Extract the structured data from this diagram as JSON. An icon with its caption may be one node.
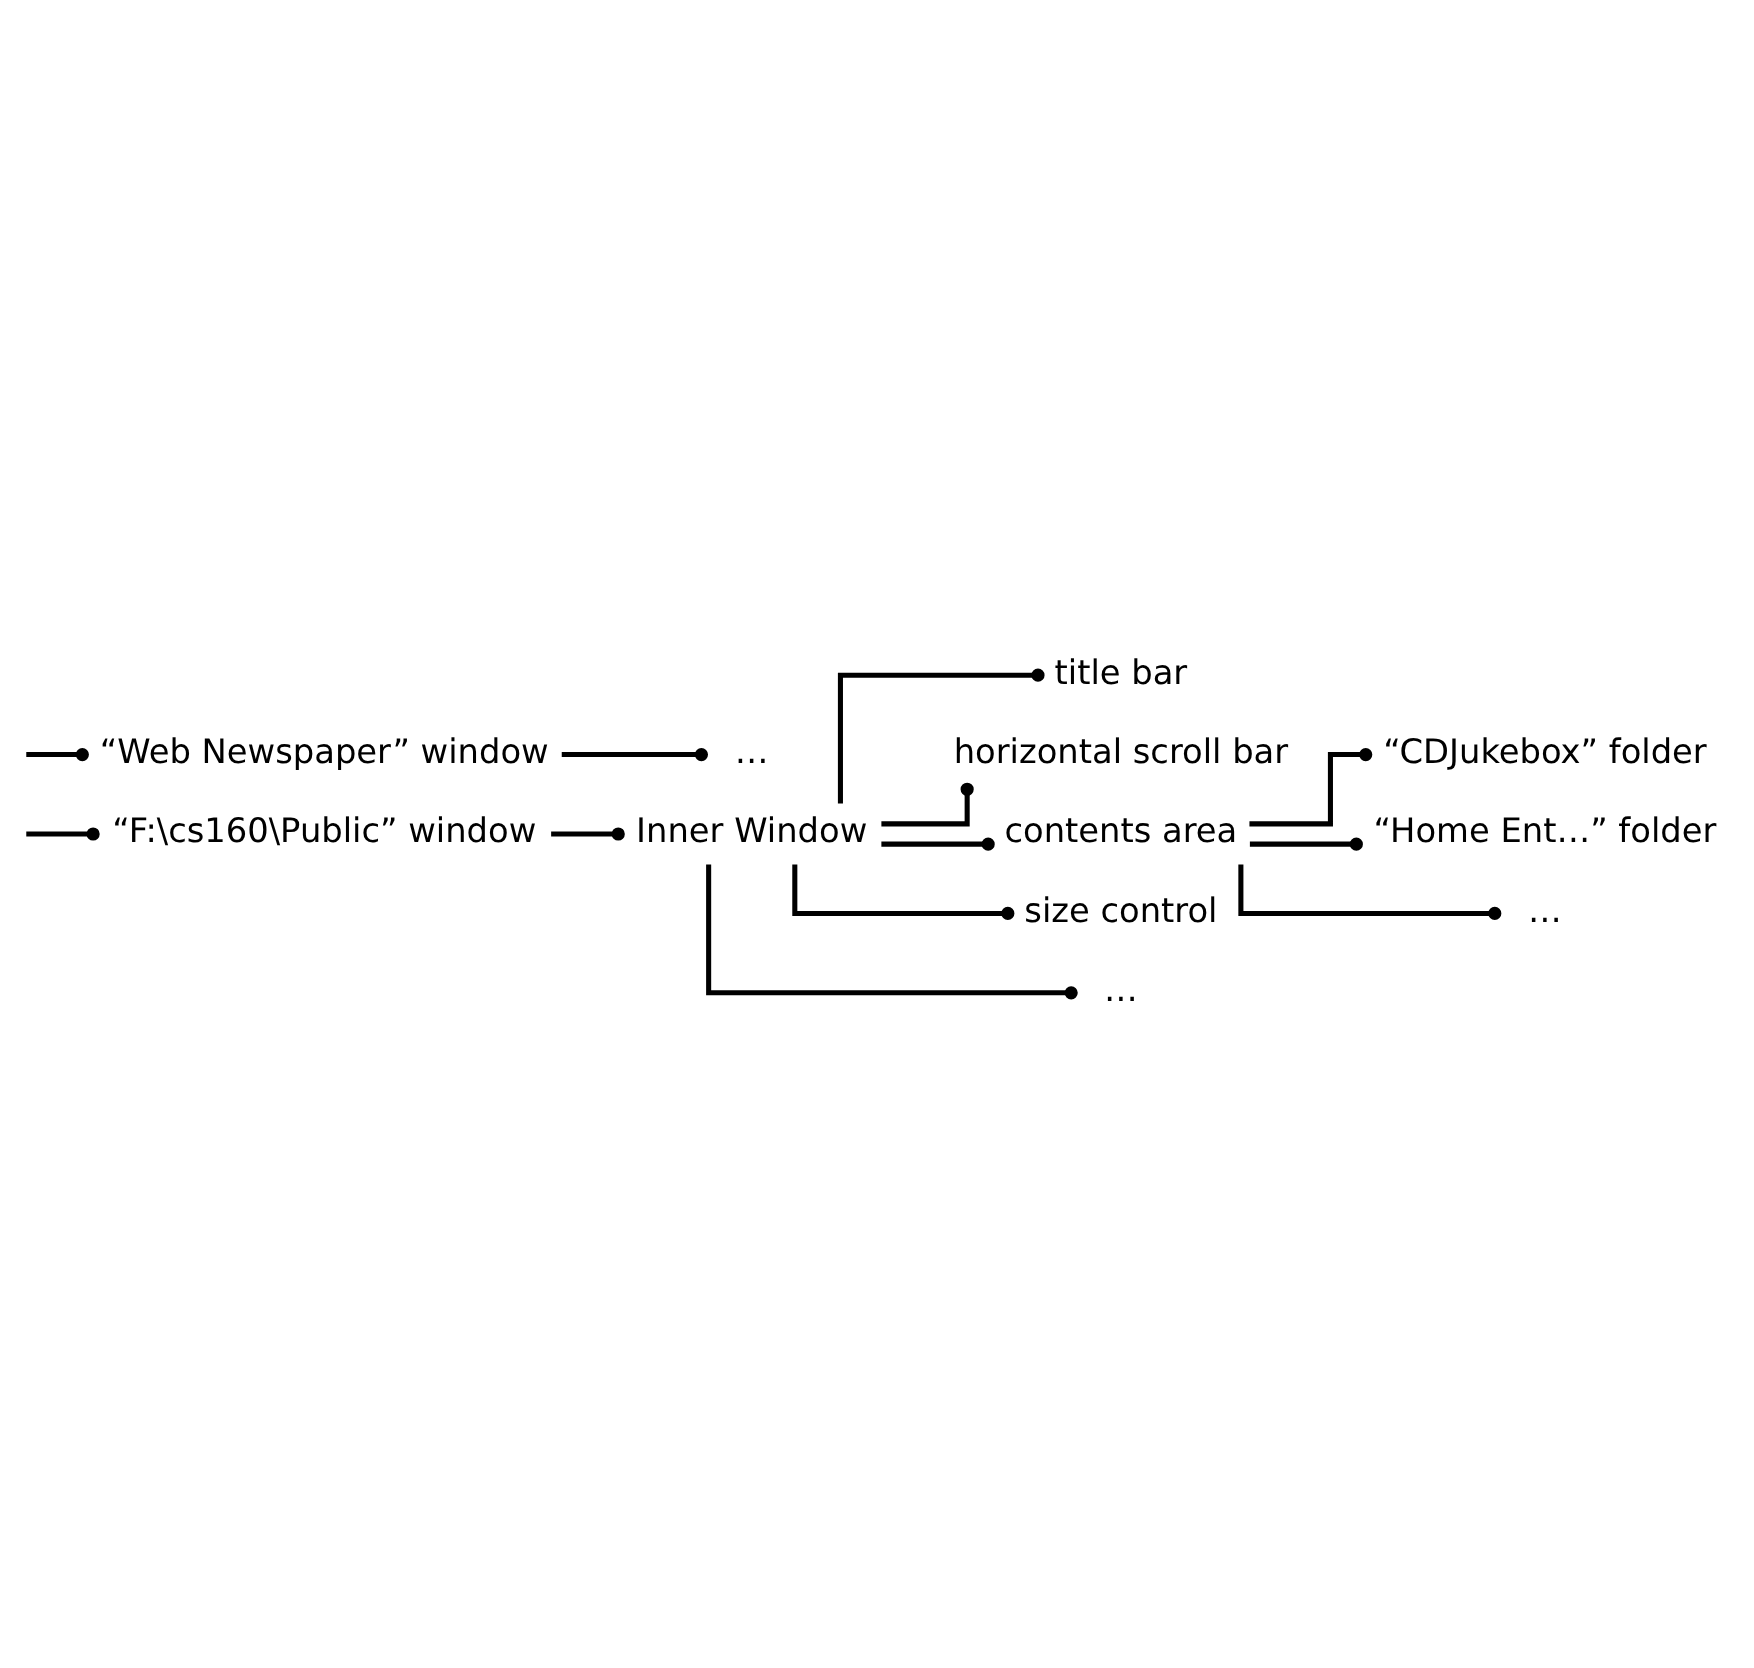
{
  "diagram": {
    "nodes": [
      {
        "text": [
          "“F:\\cs160\\Public” window"
        ]
      },
      {
        "text": [
          "Inner Window"
        ]
      },
      {
        "text": [
          "title bar"
        ]
      },
      {
        "text": [
          "horizontal scroll bar"
        ]
      },
      {
        "text": [
          "contents area"
        ]
      },
      {
        "text": [
          "“CDJukebox” folder"
        ]
      },
      {
        "text": [
          "“Home Ent…” folder"
        ]
      },
      {
        "text": [
          "…"
        ]
      },
      {
        "text": [
          "size control"
        ]
      },
      {
        "text": [
          "…"
        ]
      },
      {
        "text": [
          "“Web Newspaper” window"
        ]
      },
      {
        "text": [
          "…"
        ]
      }
    ],
    "edges": [
      {
        "from": null,
        "to": 0,
        "arrow": "other"
      },
      {
        "from": 0,
        "to": 1,
        "arrow": "other"
      },
      {
        "from": 1,
        "to": 2,
        "arrow": "other"
      },
      {
        "from": 1,
        "to": 3,
        "arrow": "other"
      },
      {
        "from": 1,
        "to": 4,
        "arrow": "other"
      },
      {
        "from": 4,
        "to": 5,
        "arrow": "other"
      },
      {
        "from": 4,
        "to": 6,
        "arrow": "other"
      },
      {
        "from": 4,
        "to": 7,
        "arrow": "other"
      },
      {
        "from": 1,
        "to": 8,
        "arrow": "other"
      },
      {
        "from": 1,
        "to": 9,
        "arrow": "other"
      },
      {
        "from": null,
        "to": 10,
        "arrow": "other"
      },
      {
        "from": 10,
        "to": 11,
        "arrow": "other"
      }
    ]
  }
}
